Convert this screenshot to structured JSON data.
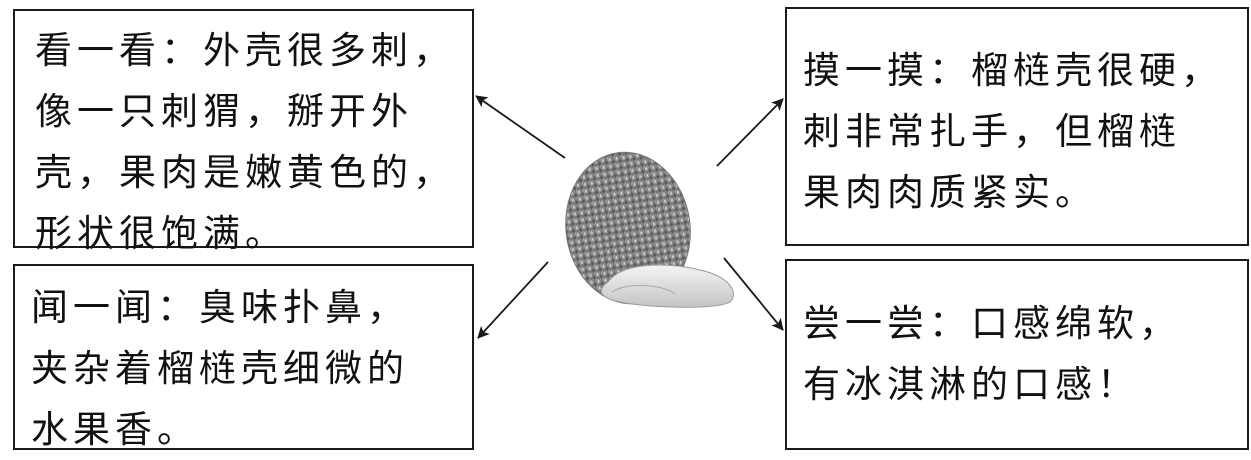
{
  "boxes": {
    "look": {
      "text": "看一看：外壳很多刺，\n像一只刺猬，掰开外\n壳，果肉是嫩黄色的，\n形状很饱满。"
    },
    "smell": {
      "text": "闻一闻：臭味扑鼻，\n夹杂着榴梿壳细微的\n水果香。"
    },
    "touch": {
      "text": "摸一摸：榴梿壳很硬，\n刺非常扎手，但榴梿\n果肉肉质紧实。"
    },
    "taste": {
      "text": "尝一尝：口感绵软，\n有冰淇淋的口感！"
    }
  }
}
